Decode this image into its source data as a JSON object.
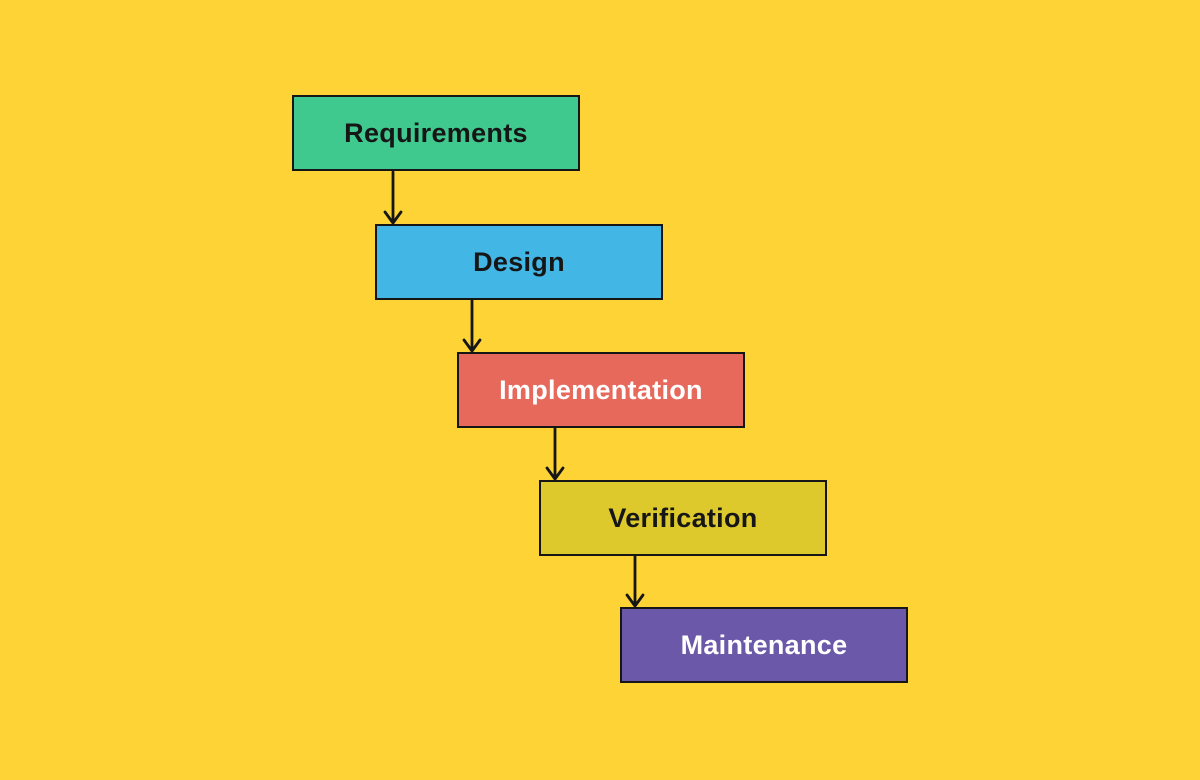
{
  "diagram": {
    "type": "waterfall-flowchart",
    "background_color": "#FDD335",
    "outline_color": "#161616",
    "arrow_color": "#161616",
    "stages": [
      {
        "label": "Requirements",
        "fill": "#3FC98F",
        "text_color": "#161616"
      },
      {
        "label": "Design",
        "fill": "#42B6E4",
        "text_color": "#161616"
      },
      {
        "label": "Implementation",
        "fill": "#E6695C",
        "text_color": "#FFFFFF"
      },
      {
        "label": "Verification",
        "fill": "#DEC92D",
        "text_color": "#161616"
      },
      {
        "label": "Maintenance",
        "fill": "#6C58A8",
        "text_color": "#FFFFFF"
      }
    ],
    "connections": [
      {
        "from": "Requirements",
        "to": "Design"
      },
      {
        "from": "Design",
        "to": "Implementation"
      },
      {
        "from": "Implementation",
        "to": "Verification"
      },
      {
        "from": "Verification",
        "to": "Maintenance"
      }
    ]
  }
}
